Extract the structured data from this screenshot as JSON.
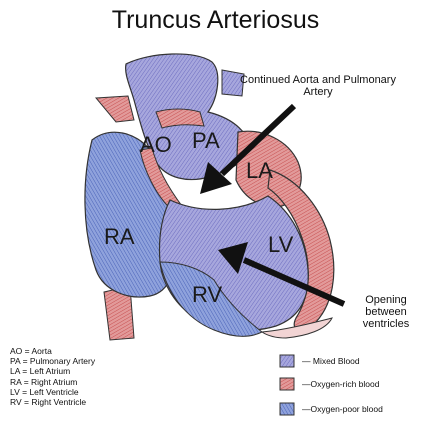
{
  "title": "Truncus Arteriosus",
  "chambers": {
    "ao": "AO",
    "pa": "PA",
    "la": "LA",
    "ra": "RA",
    "lv": "LV",
    "rv": "RV"
  },
  "callouts": {
    "continued_line1": "Continued Aorta and Pulmonary",
    "continued_line2": "Artery",
    "opening_line1": "Opening",
    "opening_line2": "between",
    "opening_line3": "ventricles"
  },
  "abbreviations": [
    "AO = Aorta",
    "PA = Pulmonary Artery",
    "LA = Left Atrium",
    "RA = Right Atrium",
    "LV = Left Ventricle",
    "RV = Right Ventricle"
  ],
  "legend": [
    {
      "label": "— Mixed Blood",
      "color": "#7f7fcf"
    },
    {
      "label": "—Oxygen-rich blood",
      "color": "#d46a6a"
    },
    {
      "label": "—Oxygen-poor blood",
      "color": "#4a63b8"
    }
  ],
  "colors": {
    "mixed": "#9a9ad8",
    "oxygen_rich": "#d66b6b",
    "oxygen_poor": "#6f86cc",
    "outline": "#333333"
  }
}
